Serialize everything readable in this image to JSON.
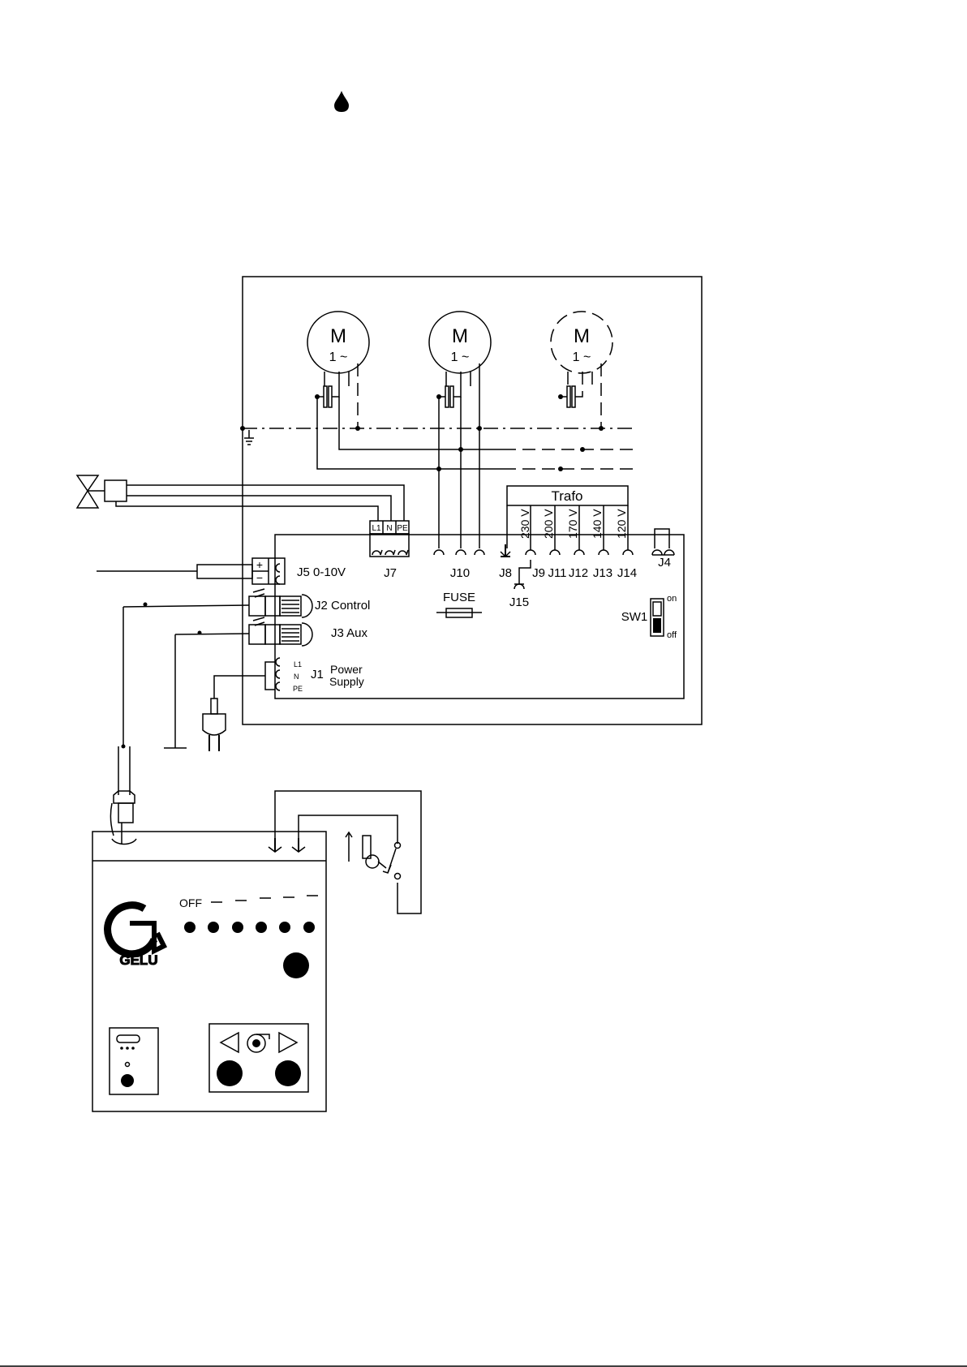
{
  "motors": [
    {
      "symbol": "M",
      "phase": "1 ~"
    },
    {
      "symbol": "M",
      "phase": "1 ~"
    },
    {
      "symbol": "M",
      "phase": "1 ~"
    }
  ],
  "trafo": {
    "title": "Trafo",
    "taps": [
      "230 V",
      "200 V",
      "170 V",
      "140 V",
      "120 V"
    ]
  },
  "connectors": {
    "j7_terminals": [
      "L1",
      "N",
      "PE"
    ],
    "j5": "J5 0-10V",
    "j5_plus": "+",
    "j5_minus": "−",
    "j7": "J7",
    "j10": "J10",
    "j8": "J8",
    "j9": "J9",
    "j11": "J11",
    "j12": "J12",
    "j13": "J13",
    "j14": "J14",
    "j4": "J4",
    "j15": "J15",
    "j2": "J2 Control",
    "j3": "J3 Aux",
    "j1": "J1",
    "j1_line1": "Power",
    "j1_line2": "Supply",
    "j1_terminals": [
      "L1",
      "N",
      "PE"
    ]
  },
  "fuse": "FUSE",
  "switch": {
    "name": "SW1",
    "on": "on",
    "off": "off"
  },
  "controller": {
    "speed_off": "OFF",
    "speed_levels": 5,
    "brand": "GELU"
  },
  "icons": [
    "water-drop-icon",
    "ground-icon",
    "valve-icon",
    "plug-icon",
    "fan-icon",
    "heater-icon"
  ]
}
